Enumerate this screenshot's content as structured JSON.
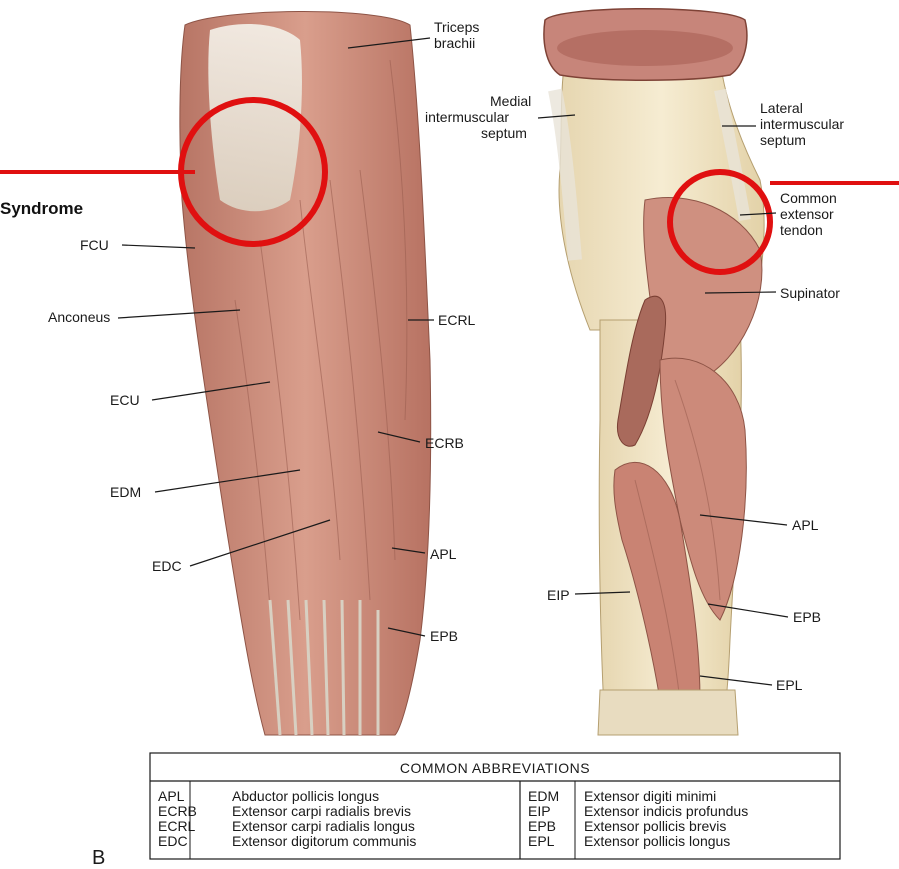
{
  "colors": {
    "muscle": "#c98c7c",
    "muscle_dark": "#a96a5c",
    "tendon": "#ece6da",
    "bone": "#efe2c0",
    "highlight_red": "#e01010",
    "line": "#1a1a1a"
  },
  "callouts": {
    "syndrome_label": "Syndrome"
  },
  "posterior_labels": {
    "triceps": [
      "Triceps",
      "brachii"
    ],
    "fcu": "FCU",
    "anconeus": "Anconeus",
    "ecu": "ECU",
    "edm": "EDM",
    "edc": "EDC",
    "ecrl": "ECRL",
    "ecrb": "ECRB",
    "apl": "APL",
    "epb": "EPB"
  },
  "deep_labels": {
    "medial_septum": [
      "Medial",
      "intermuscular",
      "septum"
    ],
    "lateral_septum": [
      "Lateral",
      "intermuscular",
      "septum"
    ],
    "common_extensor": [
      "Common",
      "extensor",
      "tendon"
    ],
    "supinator": "Supinator",
    "apl": "APL",
    "eip": "EIP",
    "epb": "EPB",
    "epl": "EPL"
  },
  "figure_letter": "B",
  "abbreviations": {
    "title": "COMMON ABBREVIATIONS",
    "left": [
      {
        "abbr": "APL",
        "full": "Abductor pollicis longus"
      },
      {
        "abbr": "ECRB",
        "full": "Extensor carpi radialis brevis"
      },
      {
        "abbr": "ECRL",
        "full": "Extensor carpi radialis longus"
      },
      {
        "abbr": "EDC",
        "full": "Extensor digitorum communis"
      }
    ],
    "right": [
      {
        "abbr": "EDM",
        "full": "Extensor digiti minimi"
      },
      {
        "abbr": "EIP",
        "full": "Extensor indicis profundus"
      },
      {
        "abbr": "EPB",
        "full": "Extensor pollicis brevis"
      },
      {
        "abbr": "EPL",
        "full": "Extensor pollicis longus"
      }
    ]
  }
}
